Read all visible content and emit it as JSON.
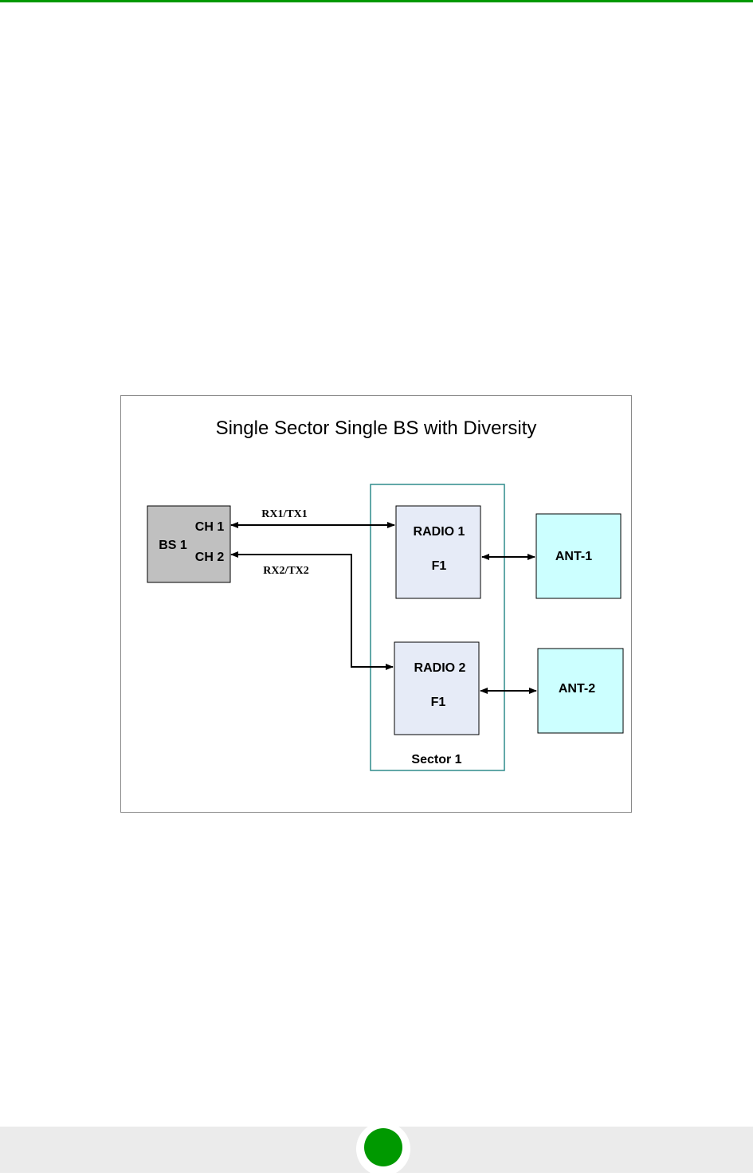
{
  "diagram": {
    "title": "Single Sector Single BS with Diversity",
    "base_station": {
      "label": "BS 1",
      "channels": [
        "CH 1",
        "CH 2"
      ]
    },
    "links": [
      "RX1/TX1",
      "RX2/TX2"
    ],
    "sector": {
      "label": "Sector 1",
      "radios": [
        {
          "name": "RADIO 1",
          "freq": "F1"
        },
        {
          "name": "RADIO 2",
          "freq": "F1"
        }
      ]
    },
    "antennas": [
      "ANT-1",
      "ANT-2"
    ]
  },
  "colors": {
    "accent": "#009900",
    "bs_fill": "#c0c0c0",
    "radio_fill": "#e6ebf7",
    "antenna_fill": "#ccffff",
    "sector_border": "#2e8b8b",
    "footer": "#ebebeb"
  }
}
